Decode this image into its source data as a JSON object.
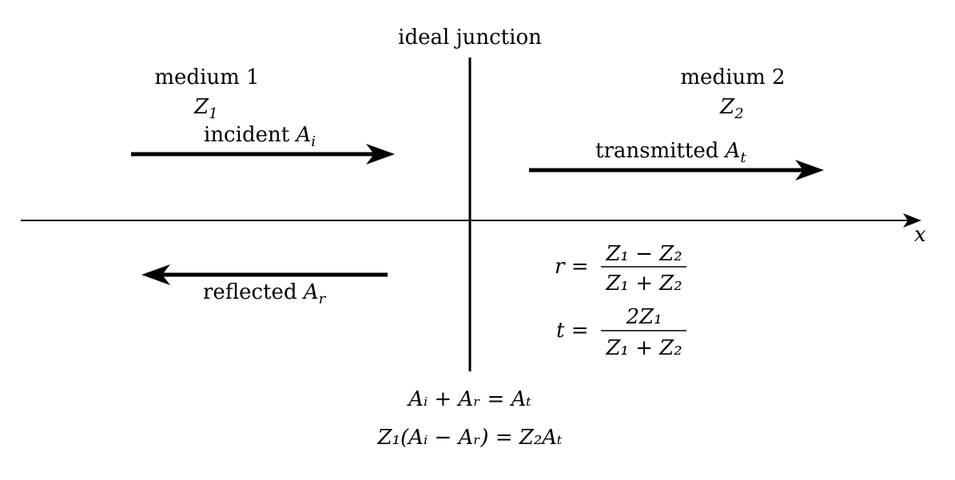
{
  "title": "ideal junction",
  "axis": {
    "label": "x"
  },
  "medium1": {
    "name": "medium 1",
    "impedance": "Z",
    "impedance_sub": "1"
  },
  "medium2": {
    "name": "medium 2",
    "impedance": "Z",
    "impedance_sub": "2"
  },
  "waves": {
    "incident": {
      "word": "incident",
      "symbol": "A",
      "sub": "i"
    },
    "transmitted": {
      "word": "transmitted",
      "symbol": "A",
      "sub": "t"
    },
    "reflected": {
      "word": "reflected",
      "symbol": "A",
      "sub": "r"
    }
  },
  "coefficients": {
    "r": {
      "lhs": "r =",
      "numerator": "Z₁ − Z₂",
      "denominator": "Z₁ + Z₂"
    },
    "t": {
      "lhs": "t =",
      "numerator": "2Z₁",
      "denominator": "Z₁ + Z₂"
    }
  },
  "boundary_conditions": [
    "Aᵢ + Aᵣ = Aₜ",
    "Z₁(Aᵢ − Aᵣ) = Z₂Aₜ"
  ],
  "colors": {
    "ink": "#000000",
    "background": "#ffffff"
  }
}
